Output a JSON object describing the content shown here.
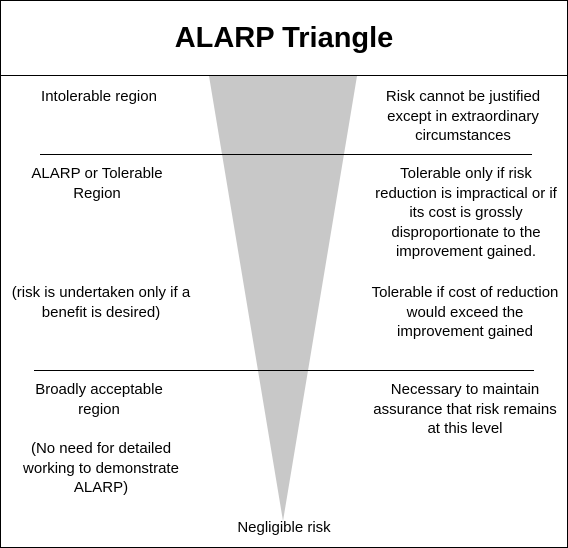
{
  "title": "ALARP Triangle",
  "colors": {
    "triangle_fill": "#c8c8c8",
    "border": "#000000",
    "background": "#ffffff"
  },
  "regions": {
    "intolerable": {
      "label": "Intolerable region",
      "description": "Risk cannot be justified except in extraordinary circumstances"
    },
    "alarp": {
      "label": "ALARP or Tolerable Region",
      "note": "(risk is undertaken only if a benefit is desired)",
      "description_impractical": "Tolerable only if risk reduction is impractical or if its cost is grossly disproportionate to the improvement gained.",
      "description_cost": "Tolerable if cost of reduction would exceed the improvement gained"
    },
    "broadly_acceptable": {
      "label": "Broadly acceptable region",
      "note": "(No need for detailed working to demonstrate ALARP)",
      "description": "Necessary to maintain assurance that risk remains at this level"
    },
    "negligible": {
      "label": "Negligible risk"
    }
  }
}
